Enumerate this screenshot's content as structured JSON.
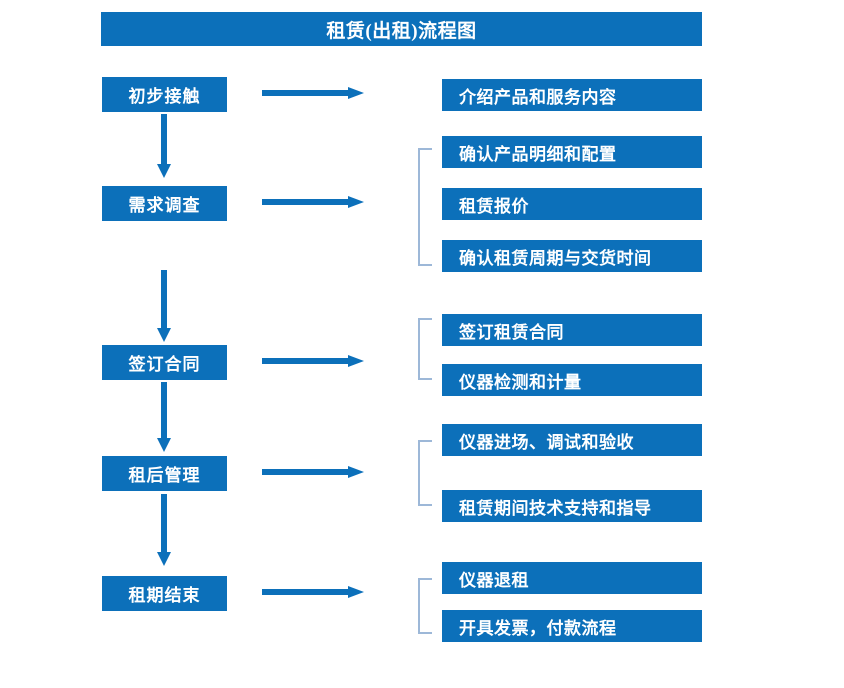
{
  "diagram": {
    "title": "租赁(出租)流程图",
    "colors": {
      "primary": "#0C70BA",
      "arrow": "#0C70BA",
      "bracket": "#9DB8D8",
      "text_on_primary": "#FFFFFF",
      "background": "#FFFFFF"
    },
    "stages": [
      {
        "label": "初步接触"
      },
      {
        "label": "需求调查"
      },
      {
        "label": "签订合同"
      },
      {
        "label": "租后管理"
      },
      {
        "label": "租期结束"
      }
    ],
    "groups": [
      {
        "stage": "初步接触",
        "has_bracket": false,
        "items": [
          {
            "label": "介绍产品和服务内容"
          }
        ]
      },
      {
        "stage": "需求调查",
        "has_bracket": true,
        "items": [
          {
            "label": "确认产品明细和配置"
          },
          {
            "label": "租赁报价"
          },
          {
            "label": "确认租赁周期与交货时间"
          }
        ]
      },
      {
        "stage": "签订合同",
        "has_bracket": true,
        "items": [
          {
            "label": "签订租赁合同"
          },
          {
            "label": "仪器检测和计量"
          }
        ]
      },
      {
        "stage": "租后管理",
        "has_bracket": true,
        "items": [
          {
            "label": "仪器进场、调试和验收"
          },
          {
            "label": "租赁期间技术支持和指导"
          }
        ]
      },
      {
        "stage": "租期结束",
        "has_bracket": true,
        "items": [
          {
            "label": "仪器退租"
          },
          {
            "label": "开具发票，付款流程"
          }
        ]
      }
    ],
    "connectors": {
      "down_arrow_name": "down-arrow-icon",
      "right_arrow_name": "right-arrow-icon",
      "bracket_name": "group-bracket"
    }
  }
}
